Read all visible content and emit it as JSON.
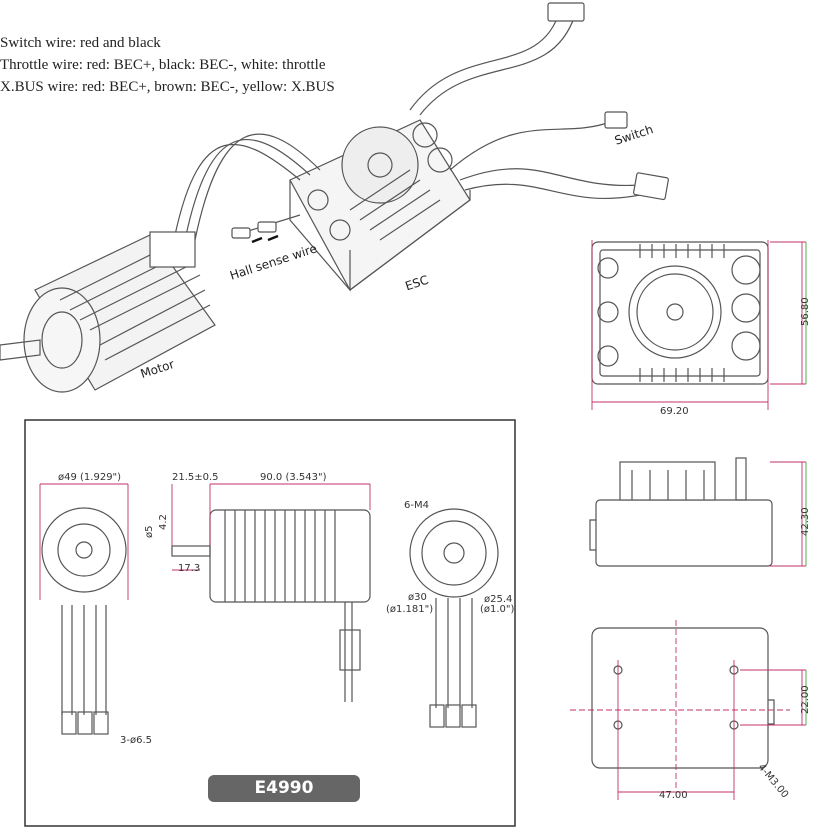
{
  "notes": {
    "switch": "Switch wire: red and black",
    "throttle": "Throttle wire: red: BEC+, black: BEC-, white: throttle",
    "xbus": "X.BUS wire: red: BEC+, brown: BEC-, yellow: X.BUS"
  },
  "labels": {
    "switch": "Switch",
    "hall": "Hall sense wire",
    "esc": "ESC",
    "motor": "Motor"
  },
  "esc_dims": {
    "height": "56.80",
    "width": "69.20",
    "depth": "42.30",
    "hole_v": "22.00",
    "hole_h": "47.00",
    "screws": "4-M3.00"
  },
  "motor_dims": {
    "dia": "ø49 (1.929\")",
    "shaft_len": "21.5±0.5",
    "body_len": "90.0 (3.543\")",
    "shaft_d": "ø5",
    "flat": "4.2",
    "shaft_ext": "17.3",
    "screws": "6-M4",
    "bc30": "ø30",
    "bc30_in": "(ø1.181\")",
    "bc25": "ø25.4",
    "bc25_in": "(ø1.0\")",
    "bullets": "3-ø6.5"
  },
  "model": "E4990",
  "colors": {
    "line": "#444444",
    "dim": "#c0306a",
    "green": "#3aaa35"
  }
}
